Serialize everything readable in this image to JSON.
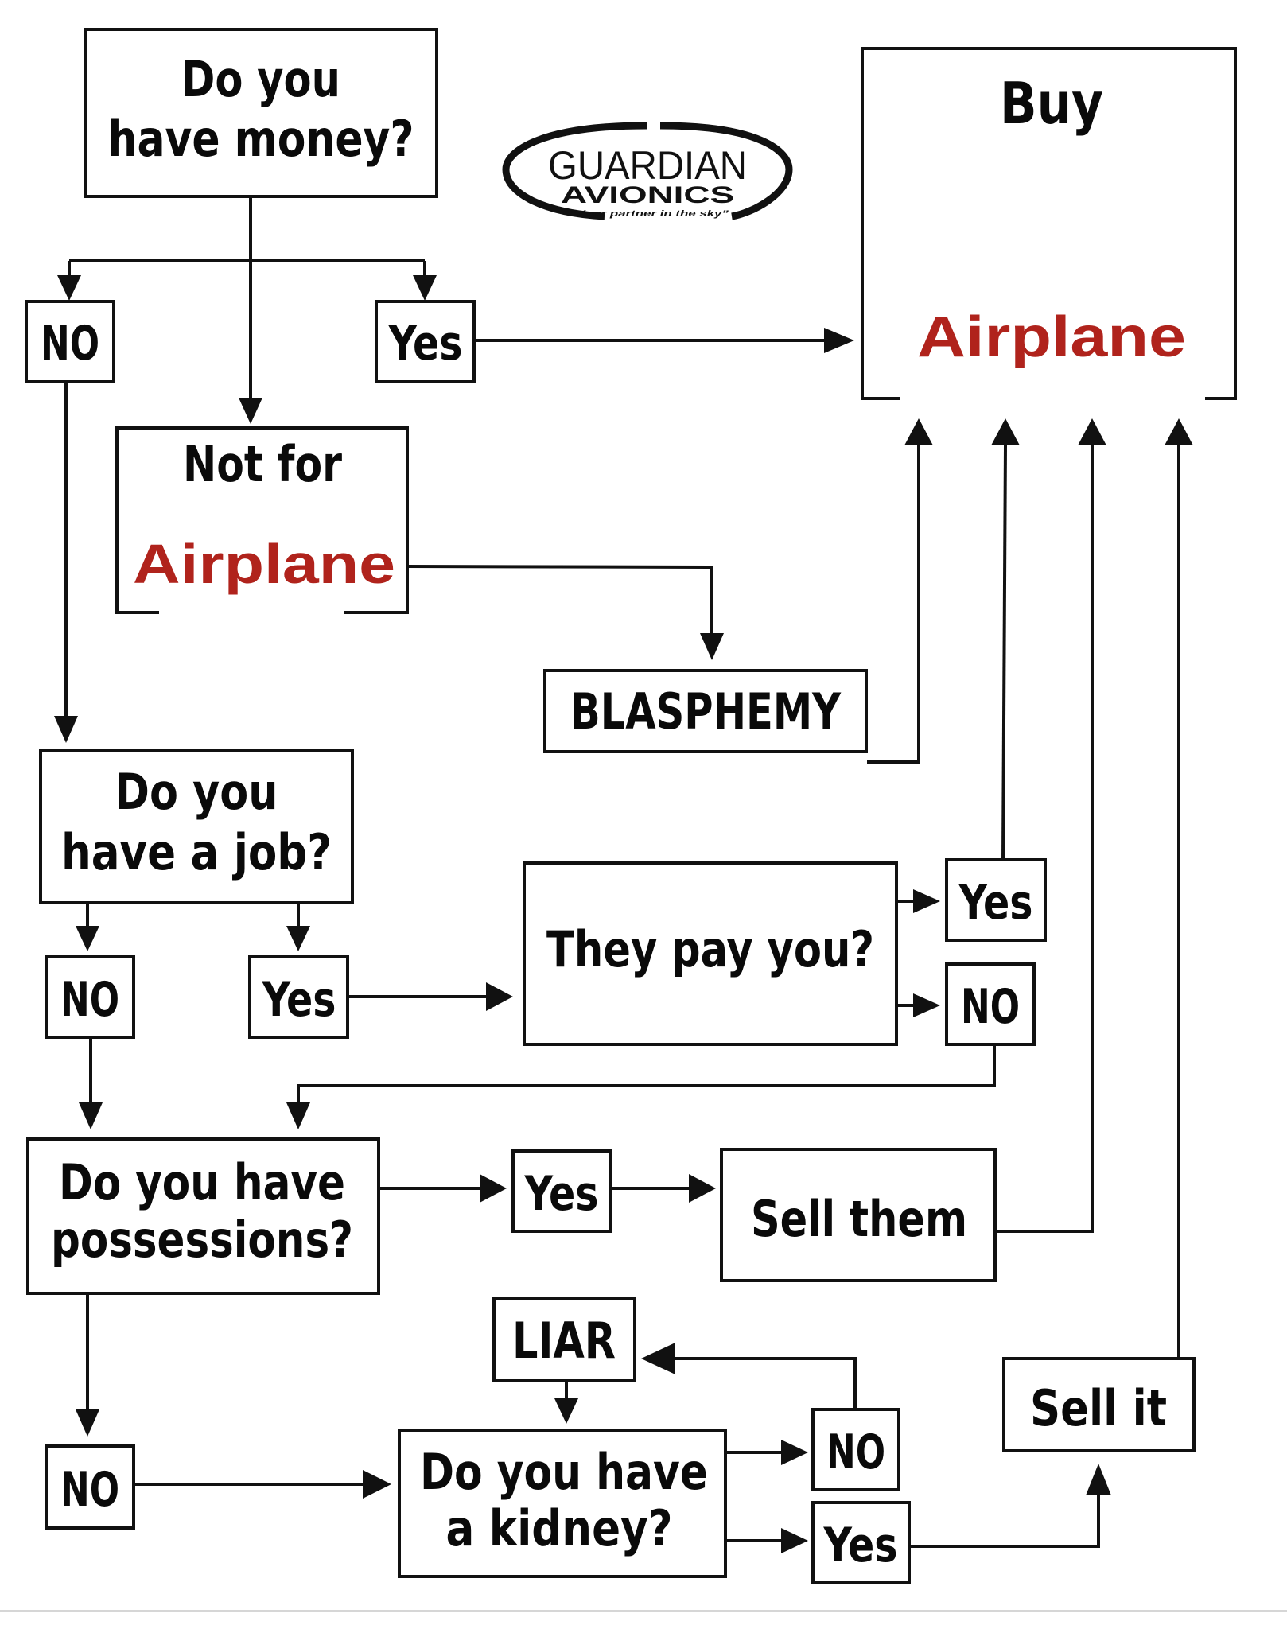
{
  "colors": {
    "accent_red": "#b0231c",
    "ink": "#111111",
    "background": "#ffffff"
  },
  "logo": {
    "line1": "GUARDIAN",
    "line2": "AVIONICS",
    "tagline": "“Your partner in the sky”"
  },
  "nodes": {
    "money_question": {
      "line1": "Do you",
      "line2": "have money?"
    },
    "buy_airplane": {
      "line1": "Buy",
      "line2": "Airplane"
    },
    "money_no": {
      "label": "NO"
    },
    "money_yes": {
      "label": "Yes"
    },
    "not_for_airplane": {
      "line1": "Not for",
      "line2": "Airplane"
    },
    "blasphemy": {
      "label": "BLASPHEMY"
    },
    "job_question": {
      "line1": "Do you",
      "line2": "have a job?"
    },
    "job_no": {
      "label": "NO"
    },
    "job_yes": {
      "label": "Yes"
    },
    "pay_question": {
      "label": "They pay you?"
    },
    "pay_yes": {
      "label": "Yes"
    },
    "pay_no": {
      "label": "NO"
    },
    "possessions_question": {
      "line1": "Do you have",
      "line2": "possessions?"
    },
    "possessions_yes": {
      "label": "Yes"
    },
    "sell_them": {
      "label": "Sell them"
    },
    "liar": {
      "label": "LIAR"
    },
    "possessions_no": {
      "label": "NO"
    },
    "kidney_question": {
      "line1": "Do you have",
      "line2": "a kidney?"
    },
    "kidney_no": {
      "label": "NO"
    },
    "kidney_yes": {
      "label": "Yes"
    },
    "sell_it": {
      "label": "Sell it"
    }
  }
}
